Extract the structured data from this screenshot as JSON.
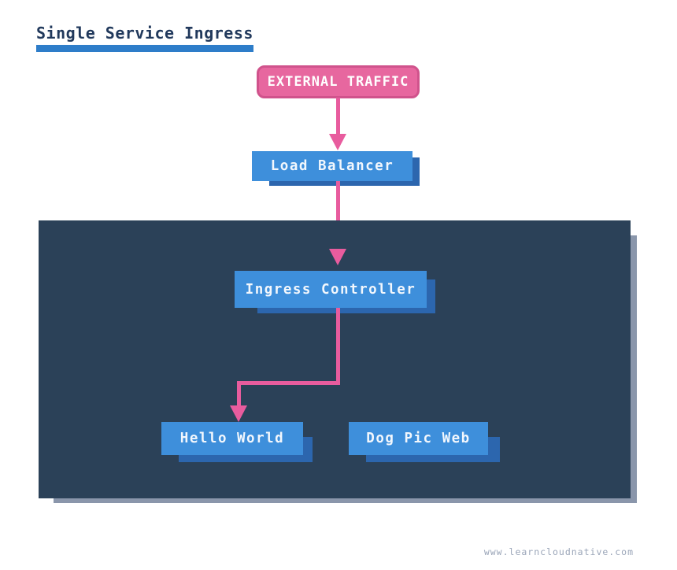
{
  "title": {
    "text": "Single Service Ingress"
  },
  "colors": {
    "canvas_bg": "#ffffff",
    "title_navy": "#21395c",
    "title_underline": "#2e7dc9",
    "pink_fill": "#e7679f",
    "pink_border": "#d0538c",
    "arrow_pink": "#e85c9e",
    "box_blue": "#3e8fdb",
    "box_shadow_blue": "#2c66ae",
    "panel_navy": "#2b4158",
    "panel_shadow": "#8a96ab",
    "watermark_gray": "#9aa5b8"
  },
  "diagram": {
    "nodes": {
      "external_traffic": {
        "label": "EXTERNAL TRAFFIC"
      },
      "load_balancer": {
        "label": "Load Balancer"
      },
      "ingress_controller": {
        "label": "Ingress Controller"
      },
      "hello_world": {
        "label": "Hello World"
      },
      "dog_pic_web": {
        "label": "Dog Pic Web"
      }
    },
    "edges": [
      {
        "from": "external_traffic",
        "to": "load_balancer"
      },
      {
        "from": "load_balancer",
        "to": "ingress_controller"
      },
      {
        "from": "ingress_controller",
        "to": "hello_world"
      }
    ]
  },
  "watermark": {
    "text": "www.learncloudnative.com"
  }
}
